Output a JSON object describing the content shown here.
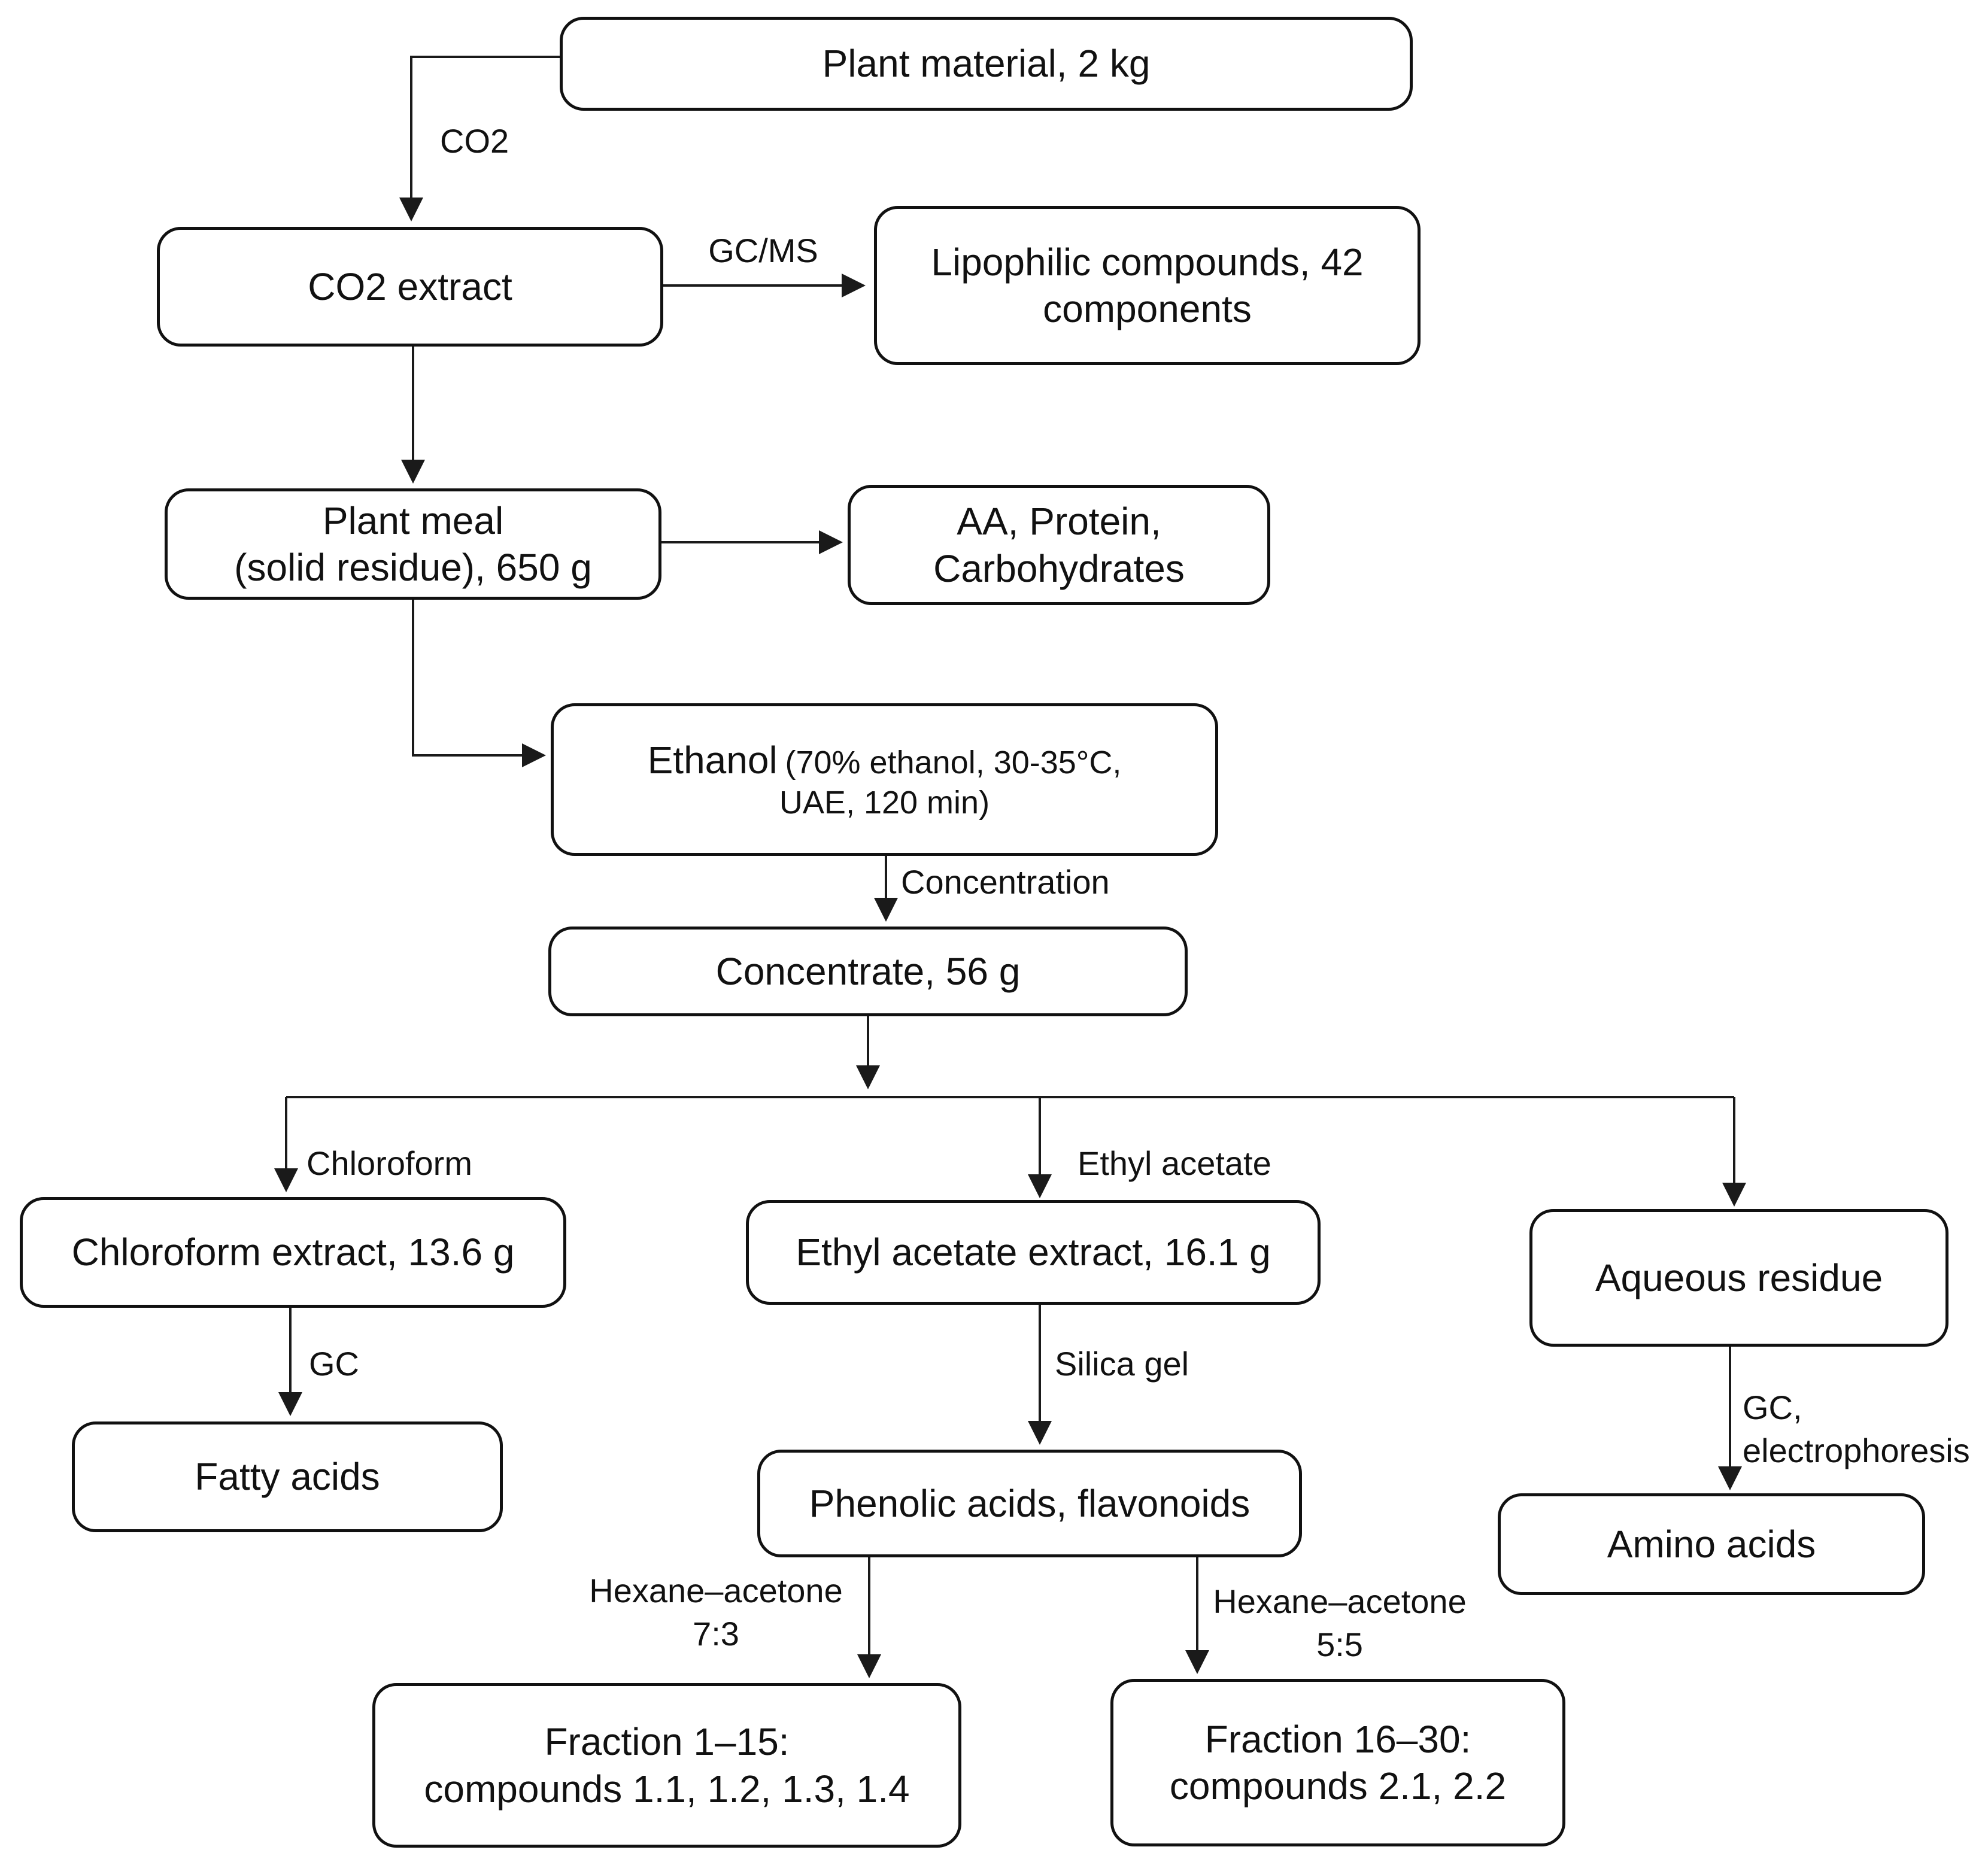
{
  "diagram": {
    "nodes": {
      "plant_material": {
        "label": "Plant material, 2 kg"
      },
      "co2_extract": {
        "label": "CO2 extract"
      },
      "lipophilic": {
        "line1": "Lipophilic compounds, 42",
        "line2": "components"
      },
      "plant_meal": {
        "line1": "Plant meal",
        "line2": "(solid residue), 650 g"
      },
      "aa_protein": {
        "line1": "AA, Protein,",
        "line2": "Carbohydrates"
      },
      "ethanol": {
        "title": "Ethanol",
        "detail1": "(70% ethanol, 30-35°C,",
        "detail2": "UAE, 120 min)"
      },
      "concentrate": {
        "label": "Concentrate, 56 g"
      },
      "chloroform_extract": {
        "label": "Chloroform extract, 13.6 g"
      },
      "ethyl_acetate_extract": {
        "label": "Ethyl acetate extract, 16.1 g"
      },
      "aqueous_residue": {
        "label": "Aqueous residue"
      },
      "fatty_acids": {
        "label": "Fatty acids"
      },
      "phenolic": {
        "label": "Phenolic acids, flavonoids"
      },
      "amino_acids": {
        "label": "Amino acids"
      },
      "fraction_1_15": {
        "line1": "Fraction 1–15:",
        "line2": "compounds 1.1, 1.2, 1.3, 1.4"
      },
      "fraction_16_30": {
        "line1": "Fraction 16–30:",
        "line2": "compounds 2.1, 2.2"
      }
    },
    "edge_labels": {
      "co2": "CO2",
      "gcms": "GC/MS",
      "concentration": "Concentration",
      "chloroform": "Chloroform",
      "ethyl_acetate": "Ethyl acetate",
      "gc": "GC",
      "silica_gel": "Silica gel",
      "gc_electrophoresis_1": "GC,",
      "gc_electrophoresis_2": "electrophoresis",
      "hexane_73_1": "Hexane–acetone",
      "hexane_73_2": "7:3",
      "hexane_55_1": "Hexane–acetone",
      "hexane_55_2": "5:5"
    },
    "colors": {
      "line": "#1a1a1a",
      "box_border": "#111111",
      "box_fill": "#ffffff",
      "text": "#111111",
      "background": "#ffffff"
    }
  }
}
